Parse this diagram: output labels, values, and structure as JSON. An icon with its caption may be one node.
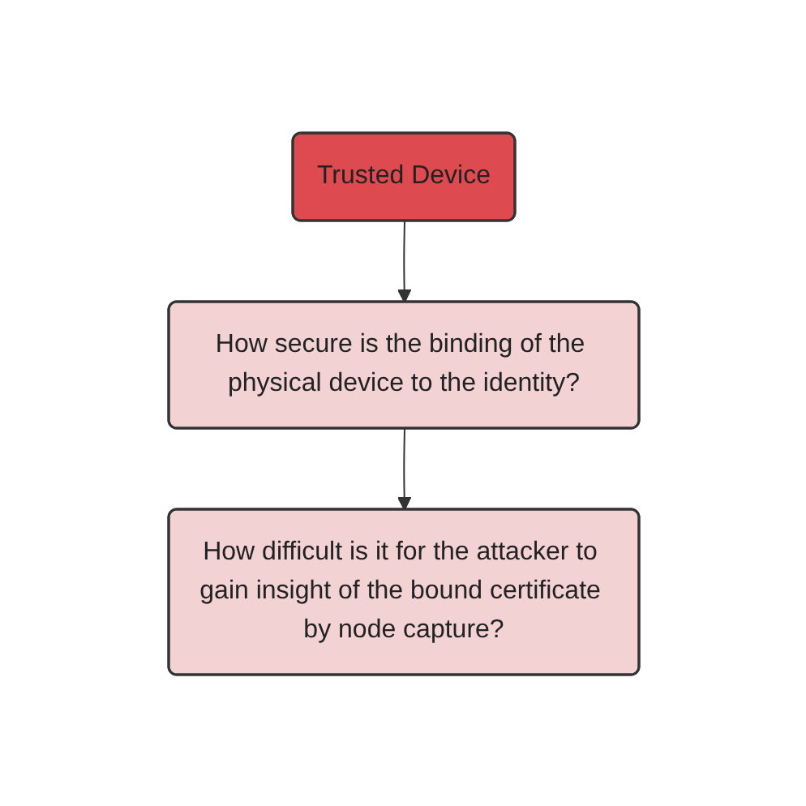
{
  "diagram": {
    "nodes": [
      {
        "text": [
          "Trusted Device"
        ]
      },
      {
        "text": [
          "How secure is the binding of the physical device to the identity?"
        ]
      },
      {
        "text": [
          "How difficult is it for the attacker to gain insight of the bound certificate by node capture?"
        ]
      }
    ],
    "edges": [
      {
        "from": 0,
        "to": 1,
        "arrow": "to"
      },
      {
        "from": 1,
        "to": 2,
        "arrow": "to"
      }
    ]
  }
}
